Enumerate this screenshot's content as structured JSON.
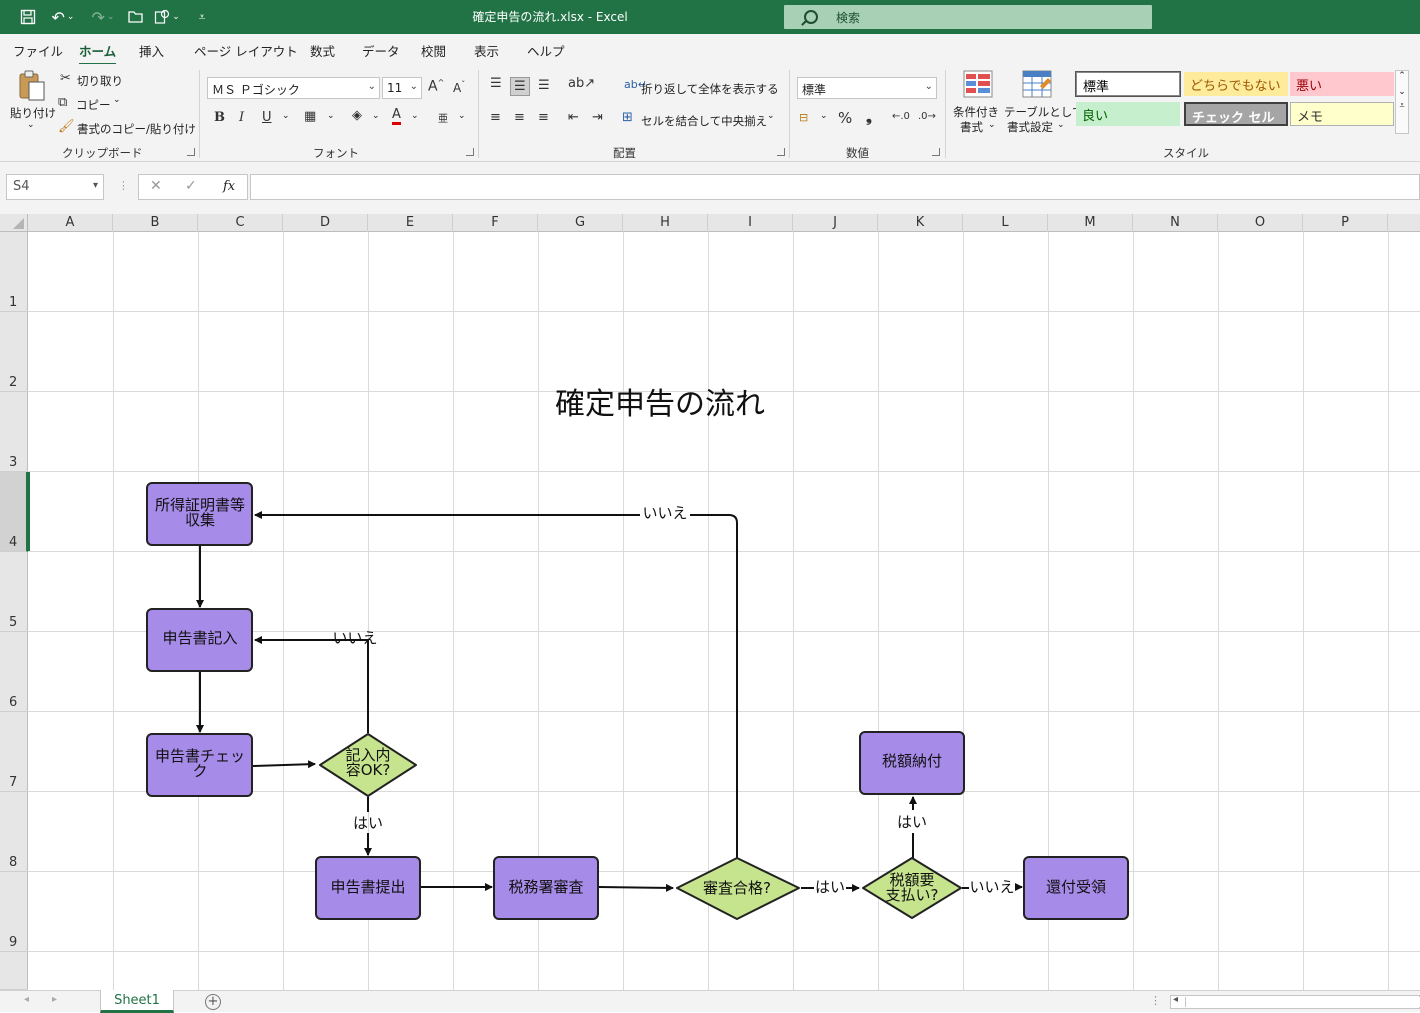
{
  "titlebar": {
    "title": "確定申告の流れ.xlsx  -  Excel",
    "search_placeholder": "検索"
  },
  "menu": {
    "items": [
      "ファイル",
      "ホーム",
      "挿入",
      "ページ レイアウト",
      "数式",
      "データ",
      "校閲",
      "表示",
      "ヘルプ"
    ],
    "active": "ホーム"
  },
  "ribbon": {
    "clipboard": {
      "label": "クリップボード",
      "paste": "貼り付け",
      "cut": "切り取り",
      "copy": "コピー",
      "format_painter": "書式のコピー/貼り付け"
    },
    "font": {
      "label": "フォント",
      "font_name": "ＭＳ Ｐゴシック",
      "font_size": "11",
      "bold": "B",
      "italic": "I",
      "underline": "U"
    },
    "alignment": {
      "label": "配置",
      "wrap": "折り返して全体を表示する",
      "merge": "セルを結合して中央揃え"
    },
    "number": {
      "label": "数値",
      "format": "標準",
      "percent": "%",
      "comma": "❟"
    },
    "styles": {
      "label": "スタイル",
      "conditional": [
        "条件付き",
        "書式"
      ],
      "table": [
        "テーブルとして",
        "書式設定"
      ],
      "cells": [
        {
          "label": "標準",
          "bg": "#ffffff",
          "color": "#000000"
        },
        {
          "label": "どちらでもない",
          "bg": "#ffeb9c",
          "color": "#9c5700"
        },
        {
          "label": "悪い",
          "bg": "#ffc7ce",
          "color": "#9c0006"
        },
        {
          "label": "良い",
          "bg": "#c6efce",
          "color": "#006100"
        },
        {
          "label": "チェック セル",
          "bg": "#a5a5a5",
          "color": "#ffffff"
        },
        {
          "label": "メモ",
          "bg": "#ffffcc",
          "color": "#333333"
        }
      ]
    }
  },
  "formula_bar": {
    "name_box": "S4",
    "fx": "fx",
    "content": ""
  },
  "grid": {
    "columns": [
      "A",
      "B",
      "C",
      "D",
      "E",
      "F",
      "G",
      "H",
      "I",
      "J",
      "K",
      "L",
      "M",
      "N",
      "O",
      "P"
    ],
    "rows": [
      "1",
      "2",
      "3",
      "4",
      "5",
      "6",
      "7",
      "8",
      "9"
    ],
    "selected_row": "4"
  },
  "flowchart": {
    "title": "確定申告の流れ",
    "box_color": "#a78be8",
    "decision_color": "#c6e38d",
    "nodes": {
      "collect": "所得証明書等収集",
      "fill": "申告書記入",
      "check": "申告書チェック",
      "ok_q": "記入内容OK?",
      "submit": "申告書提出",
      "review": "税務署審査",
      "pass_q": "審査合格?",
      "pay_q": "税額要支払い?",
      "pay": "税額納付",
      "refund": "還付受領"
    },
    "labels": {
      "no1": "いいえ",
      "no2": "いいえ",
      "yes1": "はい",
      "yes2": "はい",
      "yes3": "はい",
      "no3": "いいえ"
    }
  },
  "sheet_tabs": {
    "active": "Sheet1"
  }
}
